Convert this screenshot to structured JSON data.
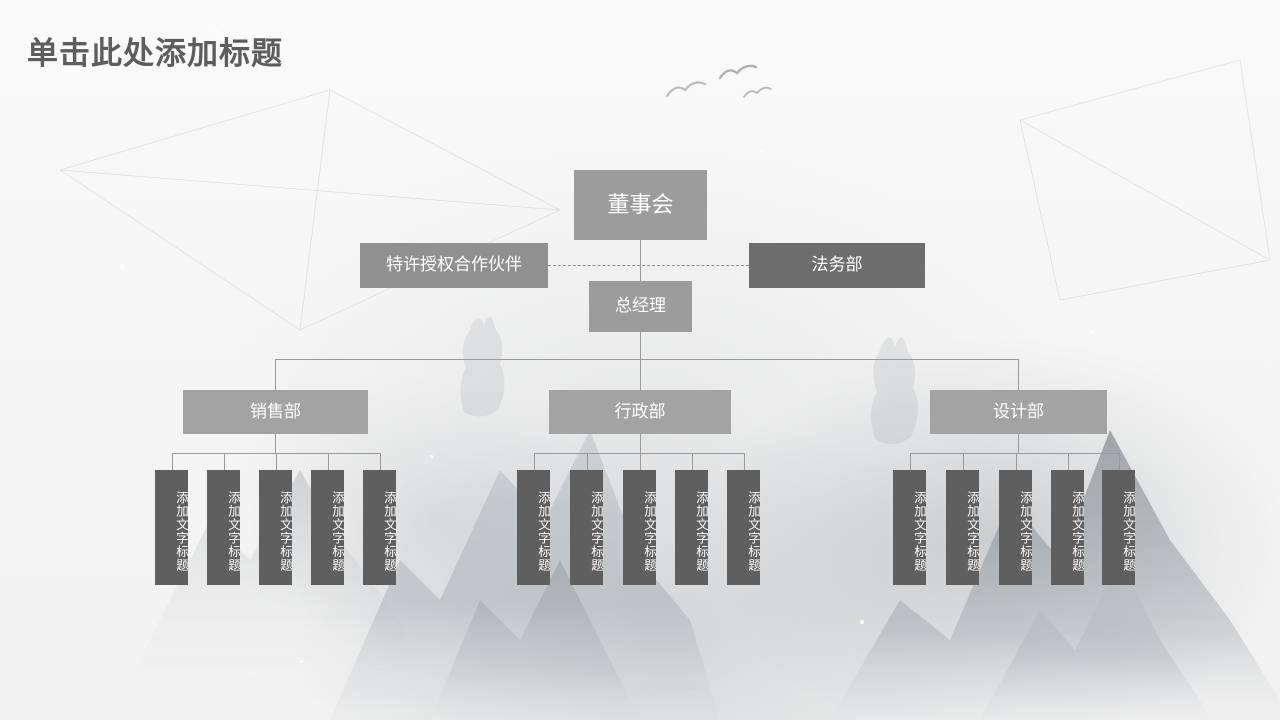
{
  "slide": {
    "title": "单击此处添加标题",
    "background_color": "#f6f6f6",
    "title_color": "#5d5d5d"
  },
  "org_chart": {
    "type": "diagram",
    "colors": {
      "level1": "#9c9c9c",
      "level2": "#9c9c9c",
      "side_left": "#909090",
      "side_right": "#6e6e6e",
      "level3": "#a3a3a3",
      "leaf": "#5f5f5f",
      "connector": "#9a9a9a"
    },
    "board": {
      "label": "董事会"
    },
    "partner": {
      "label": "特许授权合作伙伴"
    },
    "legal": {
      "label": "法务部"
    },
    "general_manager": {
      "label": "总经理"
    },
    "departments": [
      {
        "label": "销售部",
        "children": [
          {
            "label": "添加文字标题"
          },
          {
            "label": "添加文字标题"
          },
          {
            "label": "添加文字标题"
          },
          {
            "label": "添加文字标题"
          },
          {
            "label": "添加文字标题"
          }
        ]
      },
      {
        "label": "行政部",
        "children": [
          {
            "label": "添加文字标题"
          },
          {
            "label": "添加文字标题"
          },
          {
            "label": "添加文字标题"
          },
          {
            "label": "添加文字标题"
          },
          {
            "label": "添加文字标题"
          }
        ]
      },
      {
        "label": "设计部",
        "children": [
          {
            "label": "添加文字标题"
          },
          {
            "label": "添加文字标题"
          },
          {
            "label": "添加文字标题"
          },
          {
            "label": "添加文字标题"
          },
          {
            "label": "添加文字标题"
          }
        ]
      }
    ]
  }
}
